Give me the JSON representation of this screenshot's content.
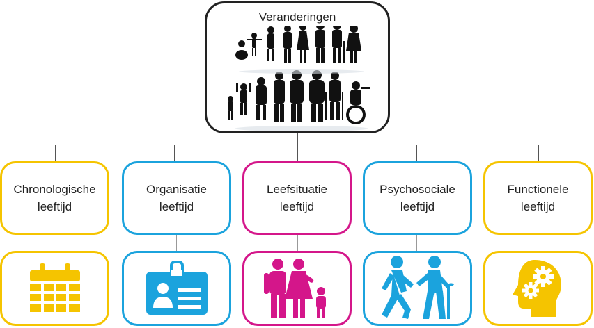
{
  "top": {
    "title": "Veranderingen"
  },
  "categories": [
    {
      "label": "Chronologische\nleeftijd",
      "color": "#f5c400",
      "icon": "calendar-icon"
    },
    {
      "label": "Organisatie\nleeftijd",
      "color": "#1ba3dd",
      "icon": "id-badge-icon"
    },
    {
      "label": "Leefsituatie\nleeftijd",
      "color": "#d4168a",
      "icon": "family-icon"
    },
    {
      "label": "Psychosociale\nleeftijd",
      "color": "#1ba3dd",
      "icon": "walking-people-icon"
    },
    {
      "label": "Functionele\nleeftijd",
      "color": "#f5c400",
      "icon": "head-gears-icon"
    }
  ]
}
